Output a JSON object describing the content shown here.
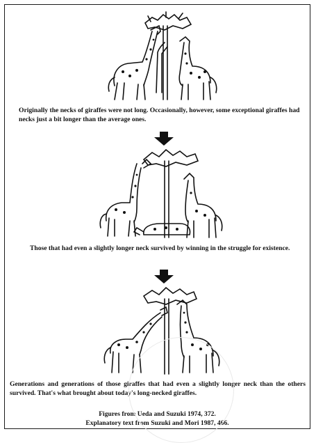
{
  "panels": [
    {
      "caption": "Originally the necks of giraffes were not long. Occasionally, however, some exceptional giraffes had necks just a bit longer than the average ones."
    },
    {
      "caption": "Those that had even a slightly longer neck survived by winning in the struggle for existence."
    },
    {
      "caption": "Generations and generations of those giraffes that had even a slightly longer neck than the others survived. That's what brought about today's long-necked giraffes."
    }
  ],
  "credits": {
    "line1": "Figures from Ueda and Suzuki 1974, 372.",
    "line2": "Explanatory text from Suzuki and Mori 1987, 466."
  },
  "colors": {
    "ink": "#111111",
    "background": "#ffffff"
  }
}
